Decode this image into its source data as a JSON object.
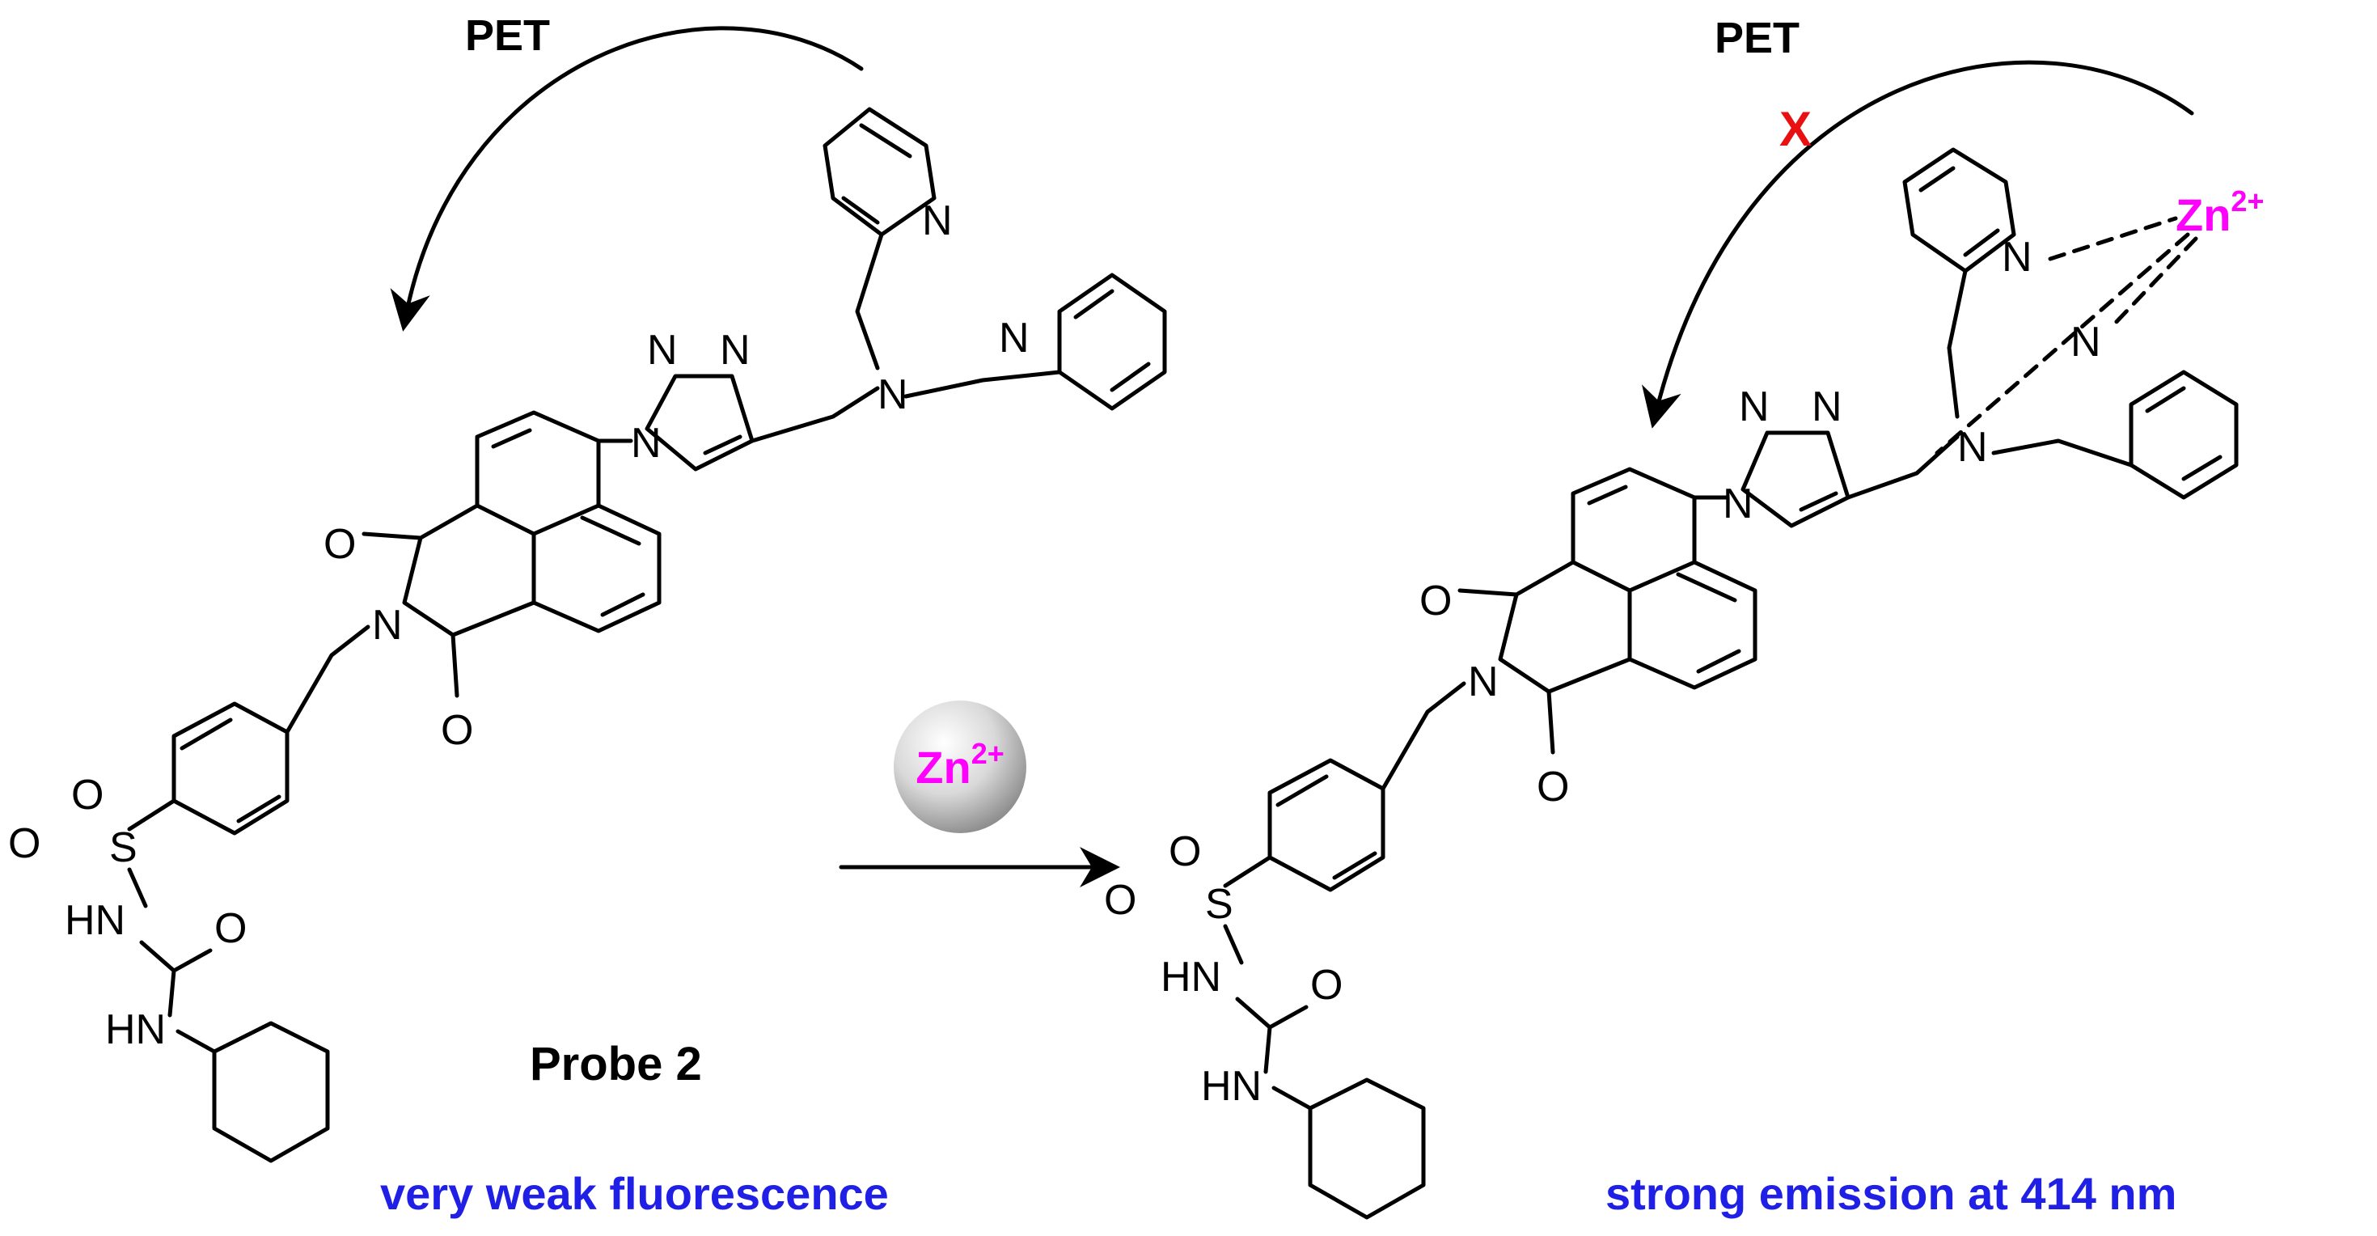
{
  "labels": {
    "pet_left": "PET",
    "pet_right": "PET",
    "probe_name": "Probe 2",
    "left_caption": "very weak fluorescence",
    "right_caption": "strong emission at 414 nm",
    "reagent_symbol": "Zn",
    "reagent_charge": "2+",
    "complex_metal_symbol": "Zn",
    "complex_metal_charge": "2+",
    "block_mark": "X"
  },
  "atoms": {
    "N": "N",
    "O": "O",
    "S": "S",
    "HN": "HN"
  },
  "colors": {
    "caption": "#1f1fe6",
    "zinc": "#ff00ff",
    "block": "#e81010",
    "bonds": "#000000"
  }
}
